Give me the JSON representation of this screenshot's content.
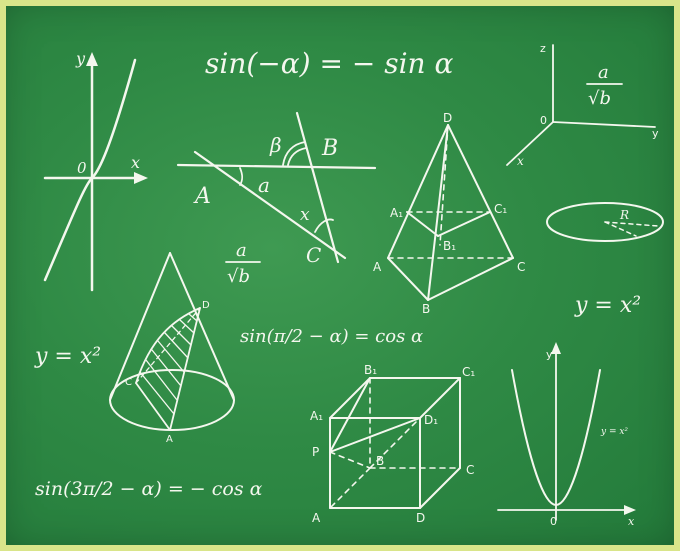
{
  "formulas": {
    "sin_neg": "sin(−α) = − sin α",
    "a_over_sqrt_b_top_a": "a",
    "a_over_sqrt_b_top_b": "√b",
    "a_over_sqrt_b_mid_a": "a",
    "a_over_sqrt_b_mid_b": "√b",
    "y_eq_x2_left": "y = x²",
    "y_eq_x2_right": "y = x²",
    "sin_pi_over_2": "sin(π/2 − α) = cos α",
    "sin_3pi_over_2": "sin(3π/2 − α) = − cos α",
    "parabola_label": "y = x²"
  },
  "labels": {
    "cubic_y": "y",
    "cubic_x": "x",
    "cubic_o": "0",
    "angle_A": "A",
    "angle_B": "B",
    "angle_C": "C",
    "angle_alpha": "a",
    "angle_beta": "β",
    "angle_x": "x",
    "pyr_D": "D",
    "pyr_A1": "A₁",
    "pyr_C1": "C₁",
    "pyr_B1": "B₁",
    "pyr_A": "A",
    "pyr_C": "C",
    "pyr_B": "B",
    "axes_z": "z",
    "axes_y": "y",
    "axes_x": "x",
    "axes_o": "0",
    "ellipse_R": "R",
    "cone_D": "D",
    "cone_C": "C",
    "cone_A": "A",
    "cube_B1": "B₁",
    "cube_C1": "C₁",
    "cube_A1": "A₁",
    "cube_D1": "D₁",
    "cube_P": "P",
    "cube_B": "B",
    "cube_C": "C",
    "cube_A": "A",
    "cube_D": "D",
    "par_y": "y",
    "par_o": "0",
    "par_x": "x"
  }
}
